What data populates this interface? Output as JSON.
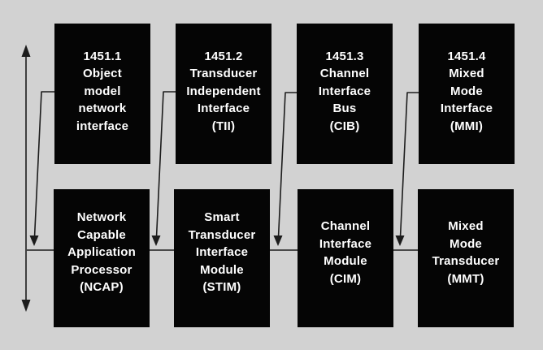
{
  "diagram": {
    "colors": {
      "background": "#d2d2d2",
      "box_fill": "#050505",
      "box_text": "#ffffff",
      "line": "#1c1c1c"
    },
    "top_row": [
      {
        "id": "1451.1",
        "label": "1451.1\nObject\nmodel\nnetwork\ninterface"
      },
      {
        "id": "1451.2",
        "label": "1451.2\nTransducer\nIndependent\nInterface\n(TII)"
      },
      {
        "id": "1451.3",
        "label": "1451.3\nChannel\nInterface\nBus\n(CIB)"
      },
      {
        "id": "1451.4",
        "label": "1451.4\nMixed\nMode\nInterface\n(MMI)"
      }
    ],
    "bottom_row": [
      {
        "id": "NCAP",
        "label": "Network\nCapable\nApplication\nProcessor\n(NCAP)"
      },
      {
        "id": "STIM",
        "label": "Smart\nTransducer\nInterface\nModule\n(STIM)"
      },
      {
        "id": "CIM",
        "label": "Channel\nInterface\nModule\n(CIM)"
      },
      {
        "id": "MMT",
        "label": "Mixed\nMode\nTransducer\n(MMT)"
      }
    ]
  }
}
